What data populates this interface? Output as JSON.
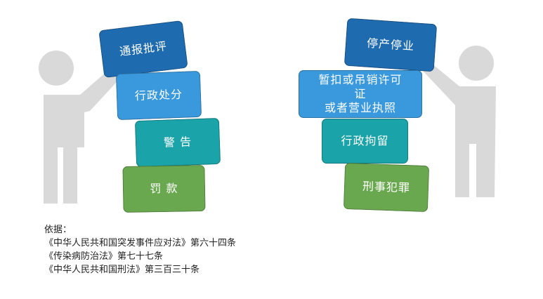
{
  "left_stack": {
    "items": [
      "通报批评",
      "行政处分",
      "警 告",
      "罚 款"
    ]
  },
  "right_stack": {
    "items": [
      "停产停业",
      "暂扣或吊销许可证或者营业执照",
      "行政拘留",
      "刑事犯罪"
    ],
    "license_lines": [
      "暂扣或吊销许可",
      "证",
      "或者营业执照"
    ]
  },
  "basis": {
    "heading": "依据：",
    "laws": [
      "《中华人民共和国突发事件应对法》第六十四条",
      "《传染病防治法》第七十七条",
      "《中华人民共和国刑法》第三百三十条"
    ]
  }
}
